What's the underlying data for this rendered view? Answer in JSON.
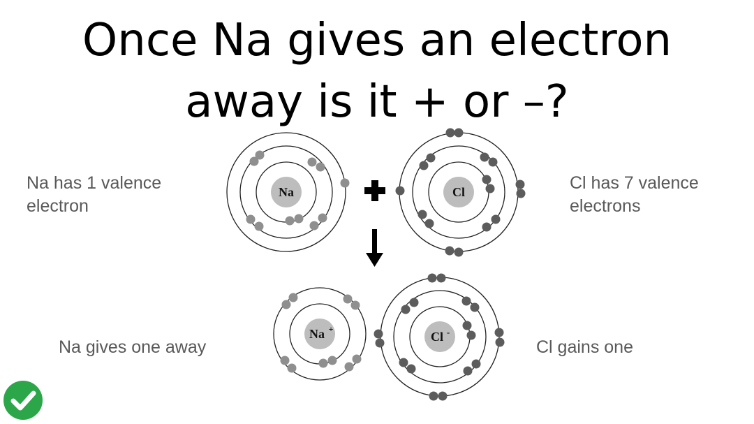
{
  "title": {
    "line1": "Once Na gives an electron",
    "line2": "away is it + or –?"
  },
  "notes": {
    "na_valence": [
      "Na has 1 valence",
      "electron"
    ],
    "cl_valence": [
      "Cl has 7 valence",
      "electrons"
    ],
    "na_gives": "Na gives one away",
    "cl_gains": "Cl gains one"
  },
  "atoms": {
    "na_symbol": "Na",
    "cl_symbol": "Cl",
    "na_ion_symbol": "Na",
    "na_ion_charge": "+",
    "cl_ion_symbol": "Cl",
    "cl_ion_charge": "-"
  },
  "symbols": {
    "plus": "+",
    "arrow_icon": "down-arrow-icon"
  },
  "colors": {
    "electron_light": "#8f8f8f",
    "electron_dark": "#5c5c5c",
    "nucleus": "#bdbdbd",
    "check_green": "#2ba74a"
  }
}
